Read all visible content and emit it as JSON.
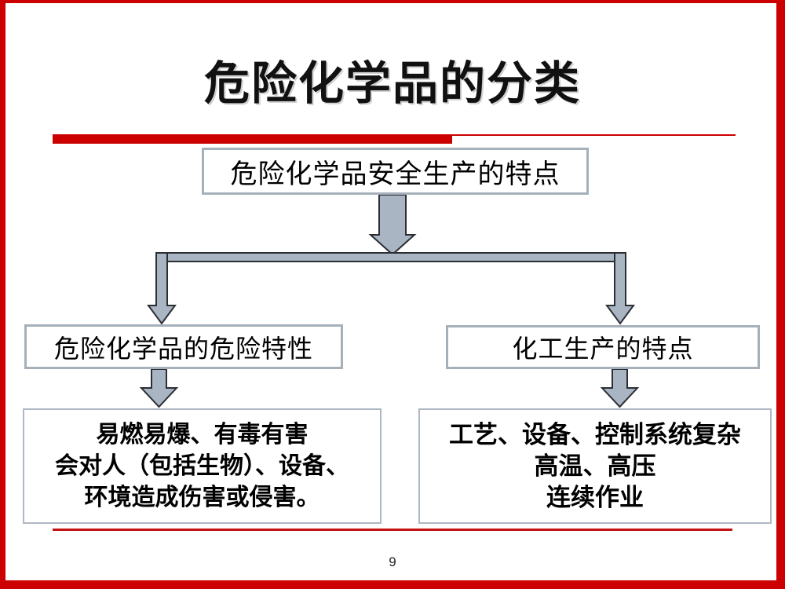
{
  "slide": {
    "title": "危险化学品的分类",
    "page_number": "9"
  },
  "diagram": {
    "root_box": {
      "label": "危险化学品安全生产的特点"
    },
    "left_branch": {
      "header_box": {
        "label": "危险化学品的危险特性"
      },
      "detail_box": {
        "lines": [
          "易燃易爆、有毒有害",
          "会对人（包括生物）、设备、",
          "环境造成伤害或侵害。"
        ]
      }
    },
    "right_branch": {
      "header_box": {
        "label": "化工生产的特点"
      },
      "detail_box": {
        "lines": [
          "工艺、设备、控制系统复杂",
          "高温、高压",
          "连续作业"
        ]
      }
    }
  },
  "colors": {
    "accent_red": "#cc0000",
    "connector_fill": "#a9b5c2",
    "connector_outline": "#2b2e33",
    "box_border": "#a6b0bb",
    "text": "#000000"
  }
}
